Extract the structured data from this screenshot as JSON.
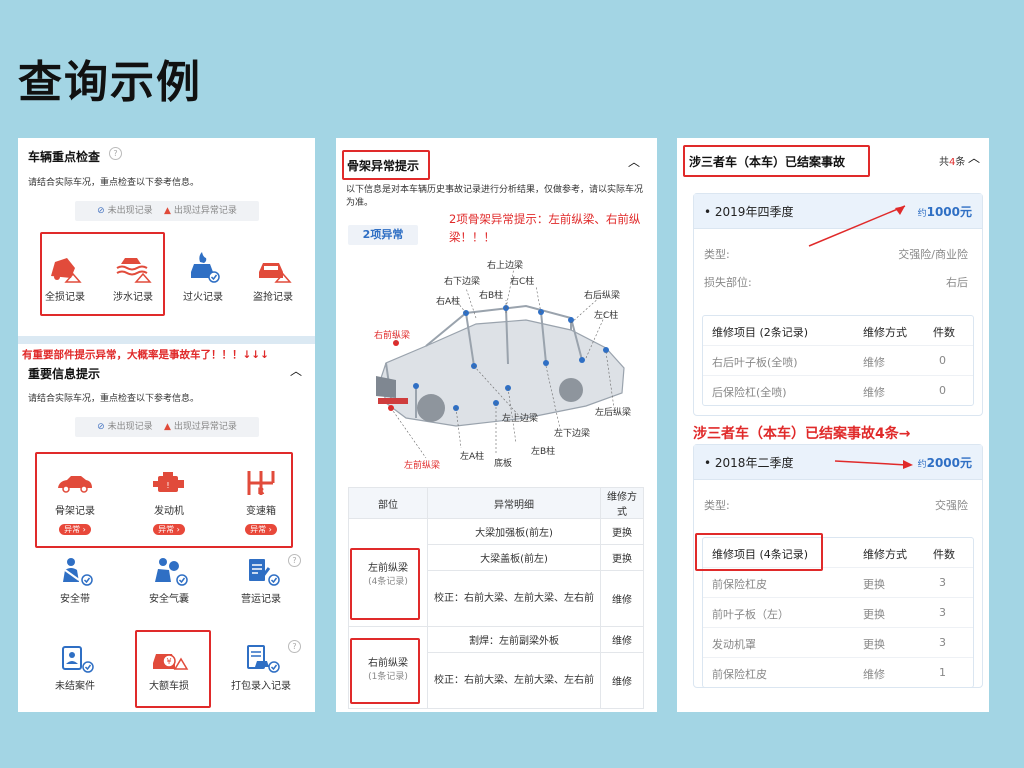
{
  "page_title": "查询示例",
  "panel1": {
    "section1_title": "车辆重点检查",
    "section1_desc": "请结合实际车况，重点检查以下参考信息。",
    "legend_ok": "未出现记录",
    "legend_warn": "出现过异常记录",
    "icons_top": [
      {
        "label": "全损记录"
      },
      {
        "label": "涉水记录"
      },
      {
        "label": "过火记录"
      },
      {
        "label": "盗抢记录"
      }
    ],
    "annotation": "有重要部件提示异常，大概率是事故车了！！！↓↓↓",
    "section2_title": "重要信息提示",
    "section2_desc": "请结合实际车况，重点检查以下参考信息。",
    "icons_important": [
      {
        "label": "骨架记录",
        "tag": "异常 ›"
      },
      {
        "label": "发动机",
        "tag": "异常 ›"
      },
      {
        "label": "变速箱",
        "tag": "异常 ›"
      }
    ],
    "icons_row3": [
      {
        "label": "安全带"
      },
      {
        "label": "安全气囊"
      },
      {
        "label": "营运记录"
      }
    ],
    "icons_row4": [
      {
        "label": "未结案件"
      },
      {
        "label": "大额车损"
      },
      {
        "label": "打包录入记录"
      }
    ],
    "colors": {
      "accent_blue": "#2f6fc4",
      "alert_red": "#e02a2a"
    }
  },
  "panel2": {
    "title": "骨架异常提示",
    "desc": "以下信息是对本车辆历史事故记录进行分析结果，仅做参考，请以实际车况为准。",
    "count_badge": "2项异常",
    "annotation": "2项骨架异常提示：左前纵梁、右前纵梁！！！",
    "diagram_labels": {
      "right_upper_beam": "右上边梁",
      "right_lower_beam": "右下边梁",
      "right_c": "右C柱",
      "right_b": "右B柱",
      "right_a": "右A柱",
      "right_rear_beam": "右后纵梁",
      "left_c": "左C柱",
      "right_front_beam": "右前纵梁",
      "left_rear_beam": "左后纵梁",
      "left_upper_beam": "左上边梁",
      "left_lower_beam": "左下边梁",
      "left_b": "左B柱",
      "left_a": "左A柱",
      "floor": "底板",
      "left_front_beam": "左前纵梁"
    },
    "table": {
      "headers": [
        "部位",
        "异常明细",
        "维修方式"
      ],
      "groups": [
        {
          "part": "左前纵梁",
          "count": "(4条记录)",
          "rows": [
            {
              "detail": "大梁加强板(前左)",
              "method": "更换"
            },
            {
              "detail": "大梁盖板(前左)",
              "method": "更换"
            },
            {
              "detail": "校正：右前大梁、左前大梁、左右前",
              "method": "维修"
            }
          ]
        },
        {
          "part": "右前纵梁",
          "count": "(1条记录)",
          "rows": [
            {
              "detail": "割焊：左前副梁外板",
              "method": "维修"
            },
            {
              "detail": "校正：右前大梁、左前大梁、左右前",
              "method": "维修"
            }
          ]
        }
      ]
    }
  },
  "panel3": {
    "title": "涉三者车（本车）已结案事故",
    "total_prefix": "共",
    "total_count": "4",
    "total_suffix": "条",
    "annotation": "涉三者车（本车）已结案事故4条→",
    "card1": {
      "quarter": "2019年四季度",
      "amount_prefix": "约",
      "amount": "1000元",
      "type_label": "类型:",
      "type_value": "交强险/商业险",
      "loss_label": "损失部位:",
      "loss_value": "右后",
      "repair_headers": [
        "维修项目 (2条记录)",
        "维修方式",
        "件数"
      ],
      "repairs": [
        {
          "item": "右后叶子板(全喷)",
          "method": "维修",
          "qty": "0"
        },
        {
          "item": "后保险杠(全喷)",
          "method": "维修",
          "qty": "0"
        }
      ]
    },
    "card2": {
      "quarter": "2018年二季度",
      "amount_prefix": "约",
      "amount": "2000元",
      "type_label": "类型:",
      "type_value": "交强险",
      "repair_headers": [
        "维修项目 (4条记录)",
        "维修方式",
        "件数"
      ],
      "repairs": [
        {
          "item": "前保险杠皮",
          "method": "更换",
          "qty": "3"
        },
        {
          "item": "前叶子板（左）",
          "method": "更换",
          "qty": "3"
        },
        {
          "item": "发动机罩",
          "method": "更换",
          "qty": "3"
        },
        {
          "item": "前保险杠皮",
          "method": "维修",
          "qty": "1"
        }
      ]
    }
  }
}
